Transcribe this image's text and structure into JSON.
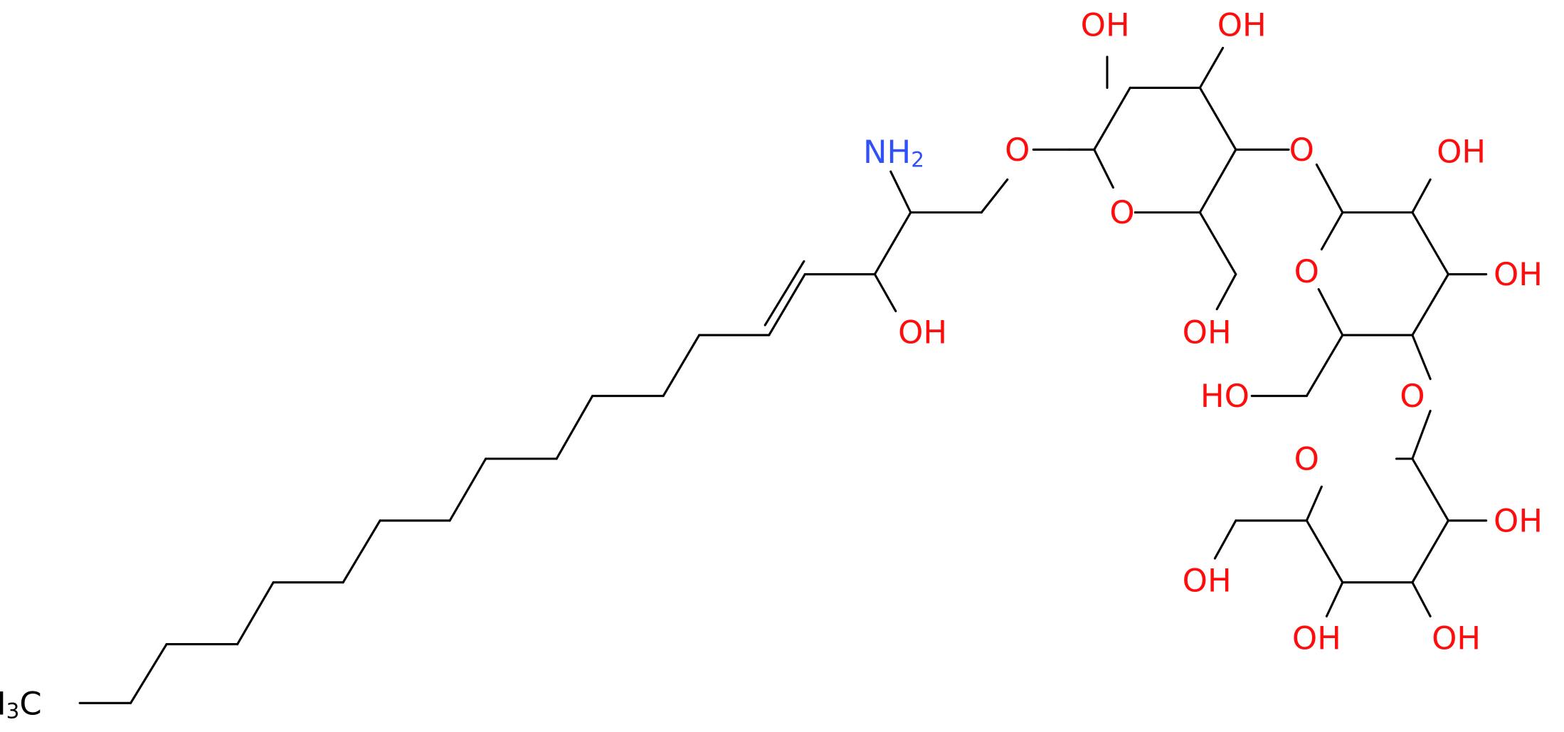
{
  "colors": {
    "bond": "#000000",
    "oxygen": "#ff0d0d",
    "nitrogen": "#3050f8",
    "carbon": "#000000"
  },
  "labels": {
    "nh2": {
      "main": "NH",
      "sub": "2"
    },
    "ch3": {
      "main": "H",
      "sub": "3",
      "tail": "C"
    },
    "oh": "OH",
    "ho": "HO",
    "o": "O"
  }
}
